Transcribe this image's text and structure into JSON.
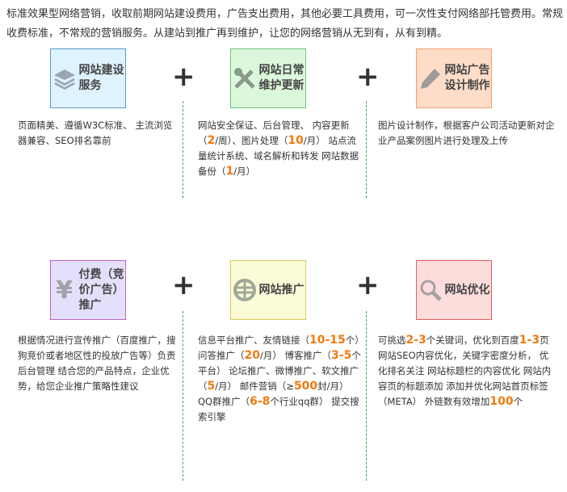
{
  "intro": "标准效果型网络营销，收取前期网站建设费用，广告支出费用，其他必要工具费用，可一次性支付网络部托管费用。常规收费标准，不常规的营销服务。从建站到推广再到维护，让您的网络营销从无到有，从有到精。",
  "plus_symbol": "+",
  "colors": {
    "highlight": "#f07a10",
    "dash": "#3aa34a"
  },
  "services": [
    {
      "title": "网站建设服务",
      "icon": "layers-icon",
      "bg": "#def3fd",
      "border": "#5a9ac4",
      "desc": [
        {
          "t": "页面精美、遵循W3C标准、 主流浏览器兼容、SEO排名靠前"
        }
      ]
    },
    {
      "title": "网站日常维护更新",
      "icon": "tools-icon",
      "bg": "#dcf8dc",
      "border": "#6cc47a",
      "desc": [
        {
          "t": "网站安全保证、后台管理、 内容更新（"
        },
        {
          "t": "2",
          "hl": true
        },
        {
          "t": "/周）、图片处理（"
        },
        {
          "t": "10",
          "hl": true
        },
        {
          "t": "/月） 站点流量统计系统、域名解析和转发 网站数据备份（"
        },
        {
          "t": "1",
          "hl": true
        },
        {
          "t": "/月）"
        }
      ]
    },
    {
      "title": "网站广告设计制作",
      "icon": "pencil-icon",
      "bg": "#fddcc8",
      "border": "#f0a070",
      "desc": [
        {
          "t": "图片设计制作，根据客户公司活动更新对企业产品案例图片进行处理及上传"
        }
      ]
    },
    {
      "title": "付费（竞价广告）推广",
      "icon": "yen-icon",
      "bg": "#e2e0fb",
      "border": "#c060c8",
      "desc": [
        {
          "t": "根据情况进行宣传推广（百度推广，搜狗竞价或者地区性的投放广告等）负责后台管理 结合您的产品特点，企业优势，给您企业推广策略性建议"
        }
      ]
    },
    {
      "title": "网站推广",
      "icon": "globe-icon",
      "bg": "#fbfbd8",
      "border": "#d8c860",
      "desc": [
        {
          "t": "信息平台推广、友情链接（"
        },
        {
          "t": "10-15",
          "hl": true
        },
        {
          "t": "个）问答推广（"
        },
        {
          "t": "20",
          "hl": true
        },
        {
          "t": "/月） 博客推广（"
        },
        {
          "t": "3-5",
          "hl": true
        },
        {
          "t": "个平台） 论坛推广、微博推广、软文推广（"
        },
        {
          "t": "5",
          "hl": true
        },
        {
          "t": "/月） 邮件营销（≥"
        },
        {
          "t": "500",
          "hl": true
        },
        {
          "t": "封/月） QQ群推广（"
        },
        {
          "t": "6-8",
          "hl": true
        },
        {
          "t": "个行业qq群） 提交搜索引擎"
        }
      ]
    },
    {
      "title": "网站优化",
      "icon": "search-icon",
      "bg": "#fddcdc",
      "border": "#e06060",
      "desc": [
        {
          "t": "可挑选"
        },
        {
          "t": "2-3",
          "hl": true
        },
        {
          "t": "个关键词，优化到百度"
        },
        {
          "t": "1-3",
          "hl": true
        },
        {
          "t": "页 网站SEO内容优化，关键字密度分析， 优化排名关注 网站标题栏的内容优化 网站内容页的标题添加 添加并优化网站首页标签（META） 外链数有效增加"
        },
        {
          "t": "100",
          "hl": true
        },
        {
          "t": "个"
        }
      ]
    }
  ]
}
